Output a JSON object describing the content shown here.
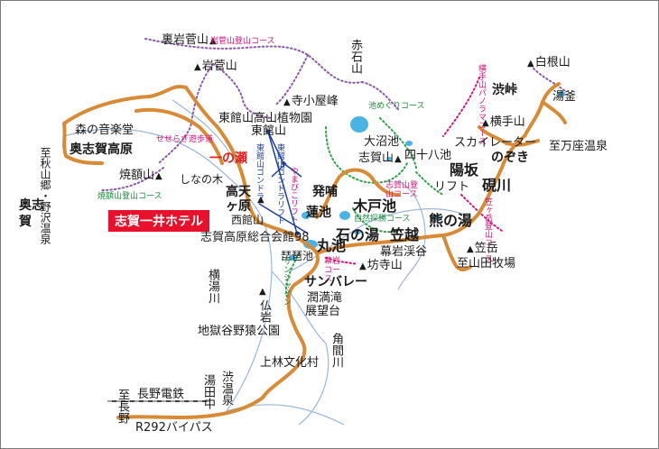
{
  "colors": {
    "road": "#d88a34",
    "river": "#9bb8d6",
    "trail_purple": "#8a5aa8",
    "trail_green": "#2ea24a",
    "ropeway_blue": "#1d3f9e",
    "highlight_red": "#e8102a"
  },
  "labels": {
    "ura_iwasugeyama": "裏岩菅山",
    "iwasuge_course": "岩菅山登山コース",
    "iwasugeyama": "岩菅山",
    "akaishiyama": "赤石山",
    "shiraneyama": "白根山",
    "kusatsu_pass_course": "横手山パノラマコース",
    "shibutoge": "渋峠",
    "yugama": "湯釜",
    "terakoyamine": "寺小屋峰",
    "higashidate_garden": "東館山高山植物園",
    "higashidateyama": "東館山",
    "morinoongakudo": "森の音楽堂",
    "oku_shiga_kogen": "奥志賀高原",
    "seseragi": "せせらぎ遊歩道",
    "ichinose": "一の瀬",
    "yakebitaiyama": "焼額山",
    "shinanoki": "しなの木",
    "yakebitai_course": "焼額山登山コース",
    "takamagahara": "高天ヶ原",
    "nishidateyama": "西館山",
    "hotel": "志賀一井ホテル",
    "okushiga": "奥志賀",
    "to_akiyama": "至秋山郷・野沢温泉",
    "hasshi": "発哺",
    "hasuike": "蓮池",
    "kidoike": "木戸池",
    "maruike": "丸池",
    "biwaike": "琵琶池",
    "general_center": "志賀高原総合会館98",
    "onuma_ike": "大沼池",
    "ikemeguri_course": "池めぐりコース",
    "shigayama": "志賀山",
    "shijuhachi_ike": "四十八池",
    "shigayama_course": "志賀山登山コース",
    "yokoteyama": "横手山",
    "skylator": "スカイレーター",
    "nozoki": "のぞき",
    "to_manza": "至万座温泉",
    "hiyosaka": "陽坂",
    "suzurigawa": "硯川",
    "lift": "リフト",
    "kumanoyu": "熊の湯",
    "ishinoyu": "石の湯",
    "kasadake_course": "笠ヶ岳登山コース",
    "shizen_course": "自然探勝コース",
    "kasagoe": "笠越",
    "makuiwa_keikoku": "幕岩渓谷",
    "makuiwa_course": "幕岩コース",
    "bojiyama": "坊寺山",
    "kasadake": "笠岳",
    "shiyamada_farm": "至山田牧場",
    "sunvalley": "サンバレー",
    "sunshine": "サンシャイン",
    "junmantaki": "潤満滝",
    "tenbodai": "展望台",
    "yokoyugawa": "横湯川",
    "hotokeiwa": "仏岩",
    "jigokudani": "地獄谷野猿公園",
    "kakuma_river": "角間川",
    "kamibayashi": "上林文化村",
    "shibuonsen": "渋温泉",
    "yudanaka": "湯田中",
    "nagaden": "長野電鉄",
    "to_nagano": "至長野",
    "bypass": "R292バイパス",
    "ropeway1": "東館山ゴンドラ",
    "ropeway2": "東館山ゴンドラリフト",
    "ropeway3": "やまびこリフト"
  }
}
